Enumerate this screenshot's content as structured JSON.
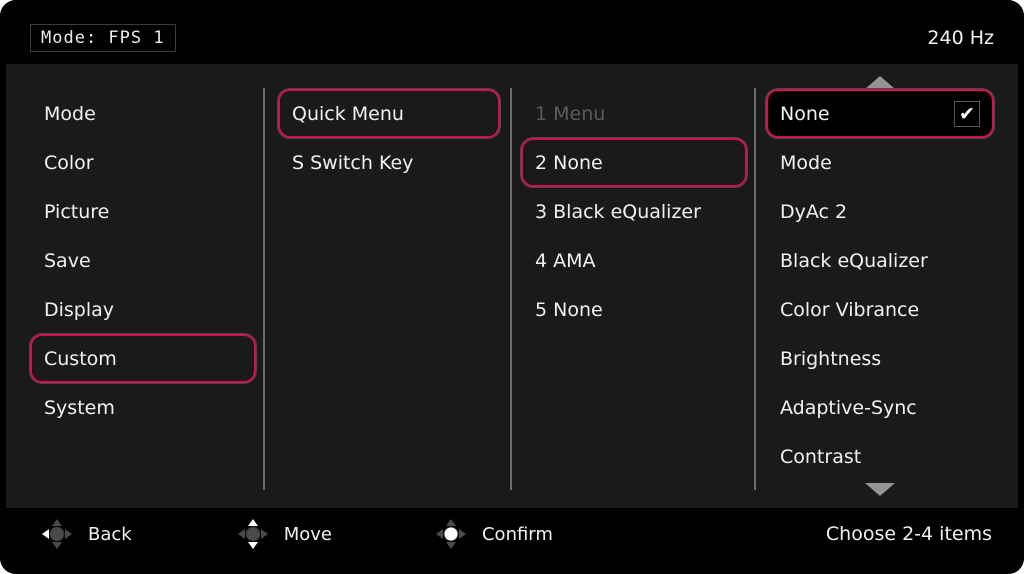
{
  "header": {
    "title": "Mode: FPS 1",
    "refresh_rate": "240 Hz"
  },
  "menu": {
    "items": [
      {
        "label": "Mode"
      },
      {
        "label": "Color"
      },
      {
        "label": "Picture"
      },
      {
        "label": "Save"
      },
      {
        "label": "Display"
      },
      {
        "label": "Custom",
        "selected": true
      },
      {
        "label": "System"
      }
    ]
  },
  "submenu": {
    "items": [
      {
        "label": "Quick Menu",
        "selected": true
      },
      {
        "label": "S Switch Key"
      }
    ]
  },
  "quick_menu_slots": {
    "items": [
      {
        "label": "1 Menu",
        "disabled": true
      },
      {
        "label": "2 None",
        "selected": true
      },
      {
        "label": "3 Black eQualizer"
      },
      {
        "label": "4 AMA"
      },
      {
        "label": "5 None"
      }
    ]
  },
  "slot_options": {
    "scroll_up_icon": "up-arrow",
    "scroll_down_icon": "down-arrow",
    "items": [
      {
        "label": "None",
        "selected": true,
        "checked": true
      },
      {
        "label": "Mode"
      },
      {
        "label": "DyAc 2"
      },
      {
        "label": "Black eQualizer"
      },
      {
        "label": "Color Vibrance"
      },
      {
        "label": "Brightness"
      },
      {
        "label": "Adaptive-Sync"
      },
      {
        "label": "Contrast"
      }
    ]
  },
  "icons": {
    "check_glyph": "✔"
  },
  "footer": {
    "actions": [
      {
        "icon": "dpad-left-icon",
        "label": "Back"
      },
      {
        "icon": "dpad-up-down-icon",
        "label": "Move"
      },
      {
        "icon": "dpad-press-icon",
        "label": "Confirm"
      }
    ],
    "hint": "Choose 2-4 items"
  },
  "colors": {
    "accent": "#d31150",
    "panel_bg": "#1a1a1c",
    "bar_bg": "#000000",
    "text": "#f1f1f1",
    "disabled_text": "#5c5c5c",
    "divider": "#6d6d6d"
  }
}
